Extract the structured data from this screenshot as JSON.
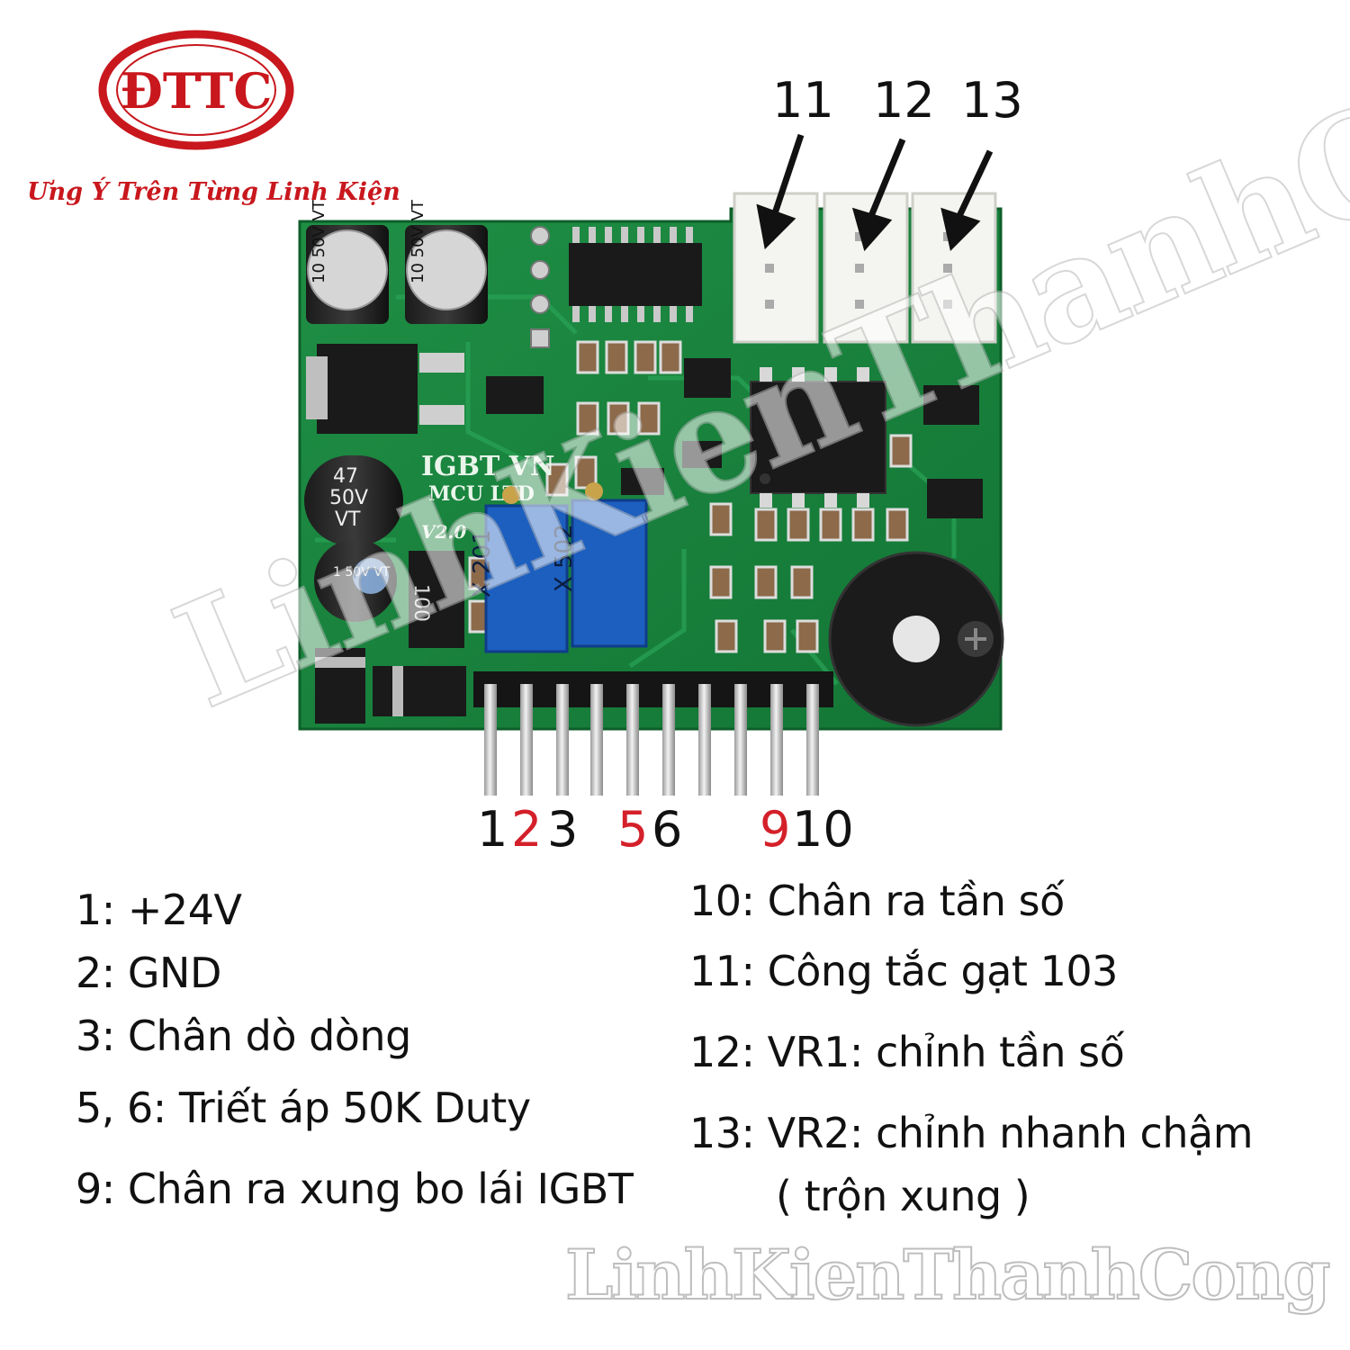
{
  "logo": {
    "text": "ĐTTC",
    "tagline": "Ưng Ý Trên Từng Linh Kiện",
    "color": "#c8171d"
  },
  "board": {
    "silkscreen": {
      "brand": "IGBT VN",
      "sub": "MCU LTD",
      "version": "V2.0"
    },
    "capacitors": [
      {
        "text": "10\n50V\nVT"
      },
      {
        "text": "10\n50V\nVT"
      },
      {
        "text": "47\n50V\nVT"
      },
      {
        "text": "1\n50V\nVT"
      }
    ],
    "resistor_label": "100",
    "trimmers": [
      {
        "label": "X 201"
      },
      {
        "label": "X 502"
      }
    ]
  },
  "connector_labels": [
    "11",
    "12",
    "13"
  ],
  "pin_labels": [
    {
      "text": "1",
      "color": "#111111"
    },
    {
      "text": "2",
      "color": "#d4202a"
    },
    {
      "text": "3",
      "color": "#111111"
    },
    {
      "text": "5",
      "color": "#d4202a"
    },
    {
      "text": "6",
      "color": "#111111"
    },
    {
      "text": "9",
      "color": "#d4202a"
    },
    {
      "text": "10",
      "color": "#111111"
    }
  ],
  "legend_left": [
    "1:  +24V",
    "2: GND",
    "3: Chân dò dòng",
    "5, 6: Triết áp 50K Duty",
    "9: Chân ra xung bo lái IGBT"
  ],
  "legend_right": [
    "10: Chân ra tần số",
    "11: Công tắc gạt 103",
    "12:  VR1: chỉnh tần số",
    "13:  VR2: chỉnh nhanh chậm",
    "( trộn xung )"
  ],
  "watermark": "LinhKienThanhCong"
}
